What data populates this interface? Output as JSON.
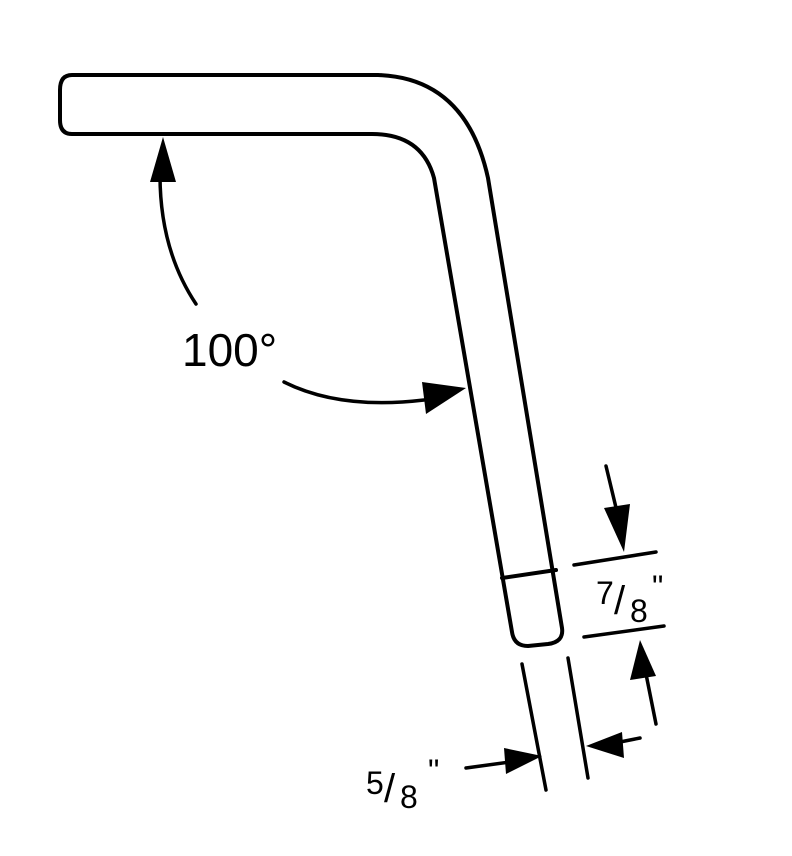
{
  "diagram": {
    "angle_label": "100°",
    "length_dim": {
      "numerator": "7",
      "slash": "/",
      "denominator": "8",
      "unit": "\""
    },
    "width_dim": {
      "numerator": "5",
      "slash": "/",
      "denominator": "8",
      "unit": "\""
    }
  }
}
